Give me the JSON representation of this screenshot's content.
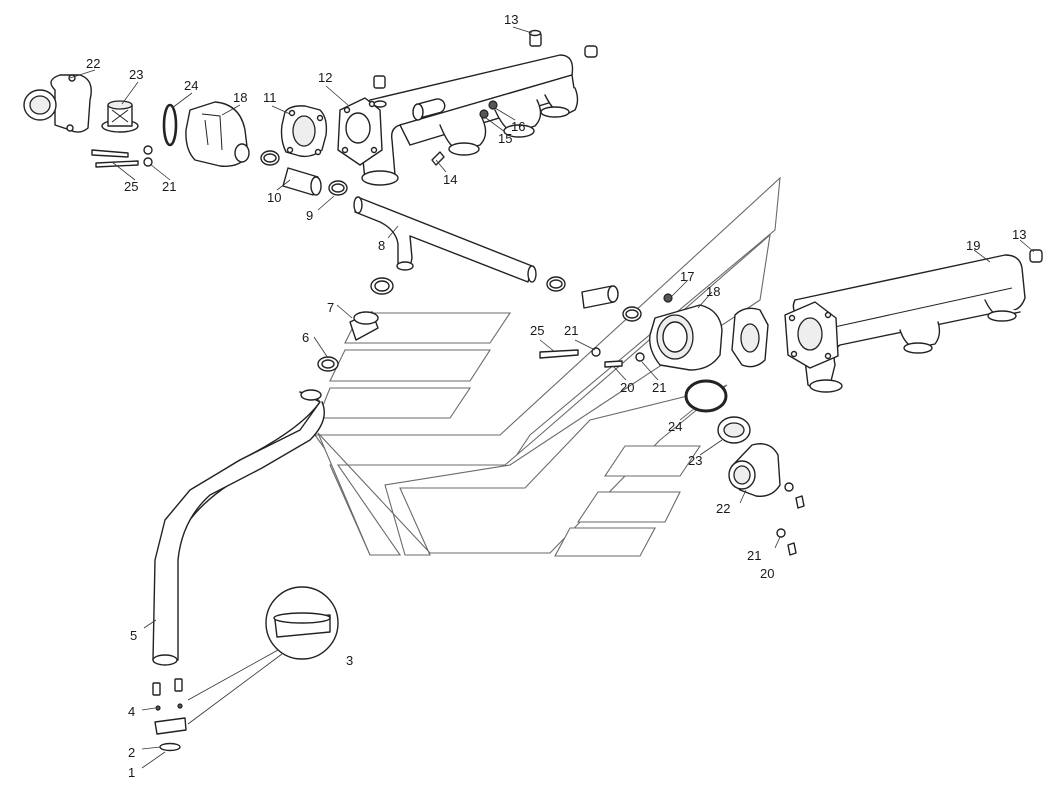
{
  "callouts": [
    {
      "id": "c1",
      "text": "1"
    },
    {
      "id": "c2",
      "text": "2"
    },
    {
      "id": "c3",
      "text": "3"
    },
    {
      "id": "c4",
      "text": "4"
    },
    {
      "id": "c5",
      "text": "5"
    },
    {
      "id": "c6",
      "text": "6"
    },
    {
      "id": "c7",
      "text": "7"
    },
    {
      "id": "c8",
      "text": "8"
    },
    {
      "id": "c9",
      "text": "9"
    },
    {
      "id": "c10",
      "text": "10"
    },
    {
      "id": "c11",
      "text": "11"
    },
    {
      "id": "c12",
      "text": "12"
    },
    {
      "id": "c13a",
      "text": "13"
    },
    {
      "id": "c13b",
      "text": "13"
    },
    {
      "id": "c14",
      "text": "14"
    },
    {
      "id": "c15",
      "text": "15"
    },
    {
      "id": "c16",
      "text": "16"
    },
    {
      "id": "c17",
      "text": "17"
    },
    {
      "id": "c18a",
      "text": "18"
    },
    {
      "id": "c18b",
      "text": "18"
    },
    {
      "id": "c19",
      "text": "19"
    },
    {
      "id": "c20a",
      "text": "20"
    },
    {
      "id": "c20b",
      "text": "20"
    },
    {
      "id": "c21a",
      "text": "21"
    },
    {
      "id": "c21b",
      "text": "21"
    },
    {
      "id": "c21c",
      "text": "21"
    },
    {
      "id": "c21d",
      "text": "21"
    },
    {
      "id": "c22a",
      "text": "22"
    },
    {
      "id": "c22b",
      "text": "22"
    },
    {
      "id": "c23a",
      "text": "23"
    },
    {
      "id": "c23b",
      "text": "23"
    },
    {
      "id": "c24a",
      "text": "24"
    },
    {
      "id": "c24b",
      "text": "24"
    },
    {
      "id": "c25a",
      "text": "25"
    },
    {
      "id": "c25b",
      "text": "25"
    }
  ]
}
